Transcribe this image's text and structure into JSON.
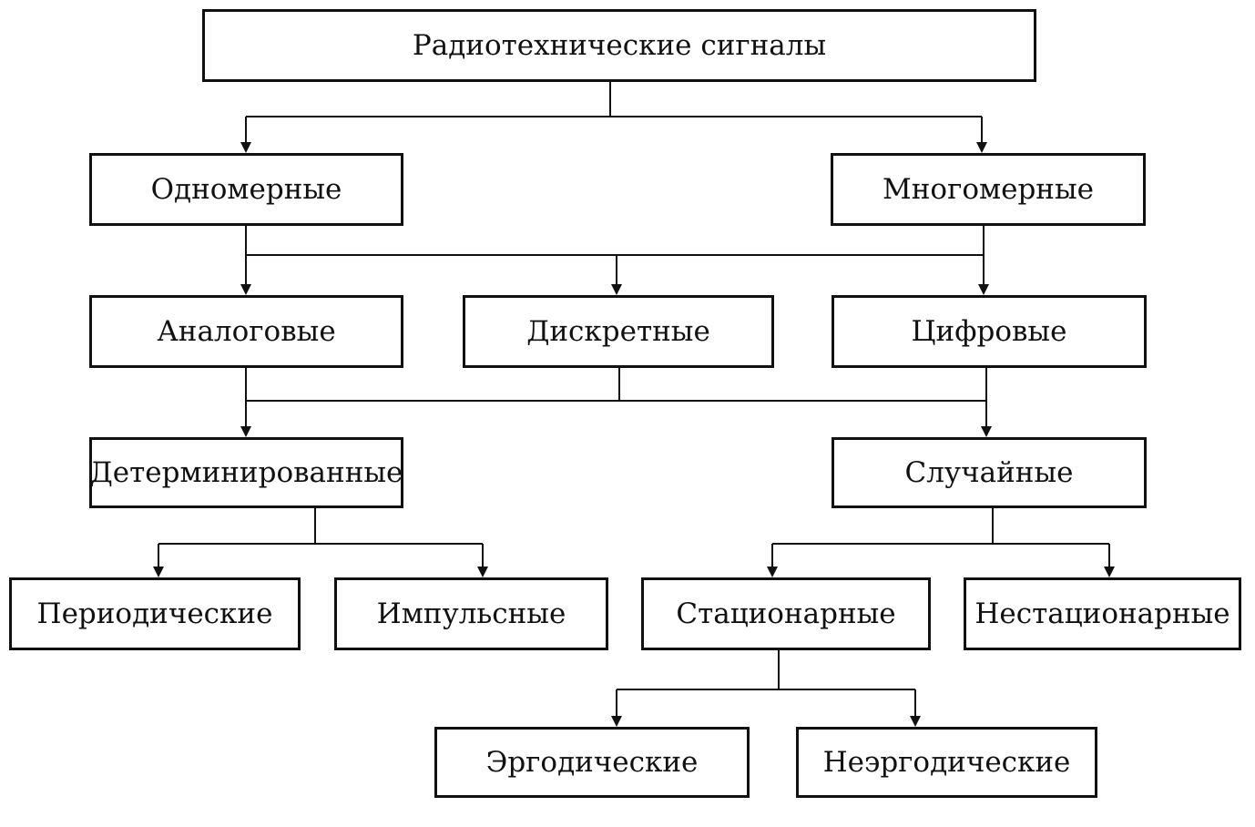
{
  "diagram": {
    "root": "Радиотехнические сигналы",
    "level1": {
      "left": "Одномерные",
      "right": "Многомерные"
    },
    "level2": {
      "analog": "Аналоговые",
      "discrete": "Дискретные",
      "digital": "Цифровые"
    },
    "level3": {
      "deterministic": "Детерминированные",
      "random": "Случайные"
    },
    "level4": {
      "periodic": "Периодические",
      "impulse": "Импульсные",
      "stationary": "Стационарные",
      "nonstationary": "Нестационарные"
    },
    "level5": {
      "ergodic": "Эргодические",
      "nonergodic": "Неэргодические"
    }
  }
}
